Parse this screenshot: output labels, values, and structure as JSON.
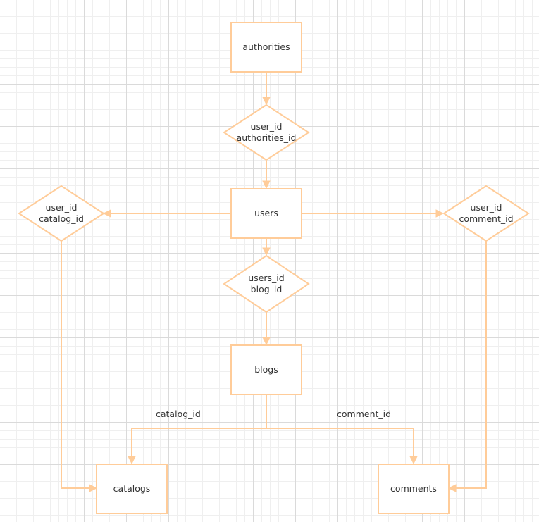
{
  "entities": {
    "authorities": "authorities",
    "users": "users",
    "blogs": "blogs",
    "catalogs": "catalogs",
    "comments": "comments"
  },
  "relationships": {
    "users_authorities": "user_id\nauthorities_id",
    "users_catalog": "user_id\ncatalog_id",
    "users_comment": "user_id\ncomment_id",
    "users_blog": "users_id\nblog_id"
  },
  "edge_labels": {
    "catalog": "catalog_id",
    "comment": "comment_id"
  },
  "colors": {
    "stroke": "#ffcc99",
    "text": "#333333",
    "grid_major": "#dadada",
    "grid_minor": "#efefef"
  }
}
